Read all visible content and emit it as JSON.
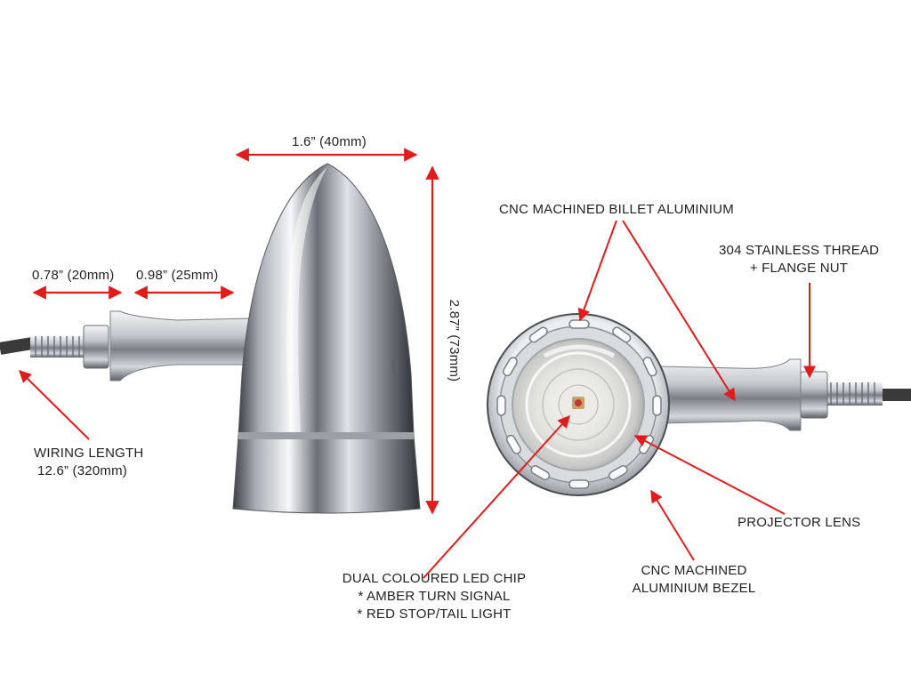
{
  "dimensions": {
    "width": "1.6” (40mm)",
    "height": "2.87” (73mm)",
    "cable_a": "0.78” (20mm)",
    "cable_b": "0.98” (25mm)",
    "wiring_line1": "WIRING LENGTH",
    "wiring_line2": "12.6” (320mm)"
  },
  "callouts": {
    "billet": "CNC MACHINED BILLET ALUMINIUM",
    "thread_line1": "304 STAINLESS THREAD",
    "thread_line2": "+ FLANGE NUT",
    "projector": "PROJECTOR LENS",
    "bezel_line1": "CNC MACHINED",
    "bezel_line2": "ALUMINIUM BEZEL",
    "led_line1": "DUAL COLOURED LED CHIP",
    "led_line2": "* AMBER TURN SIGNAL",
    "led_line3": "* RED STOP/TAIL LIGHT"
  },
  "colors": {
    "arrow": "#e01c1c",
    "chrome_light": "#f4f5f7",
    "chrome_dark": "#4a4d52",
    "cable": "#3a3a3a"
  }
}
